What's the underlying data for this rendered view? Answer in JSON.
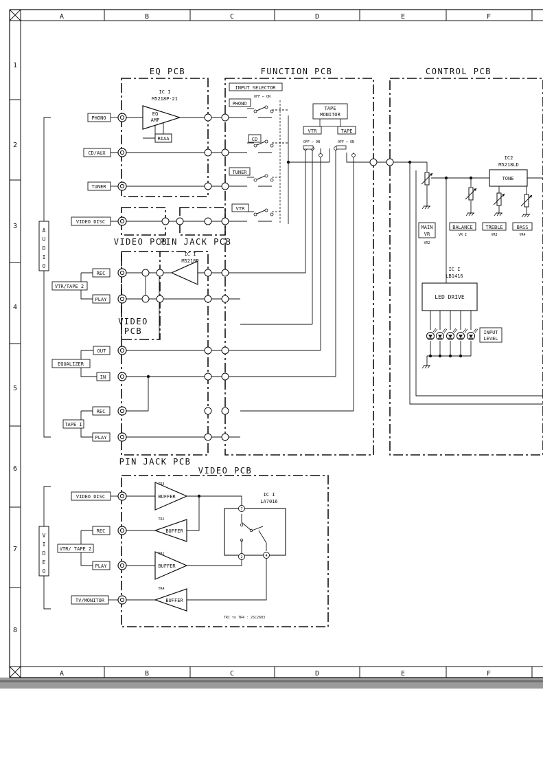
{
  "grid": {
    "columns": [
      "A",
      "B",
      "C",
      "D",
      "E",
      "F"
    ],
    "rows": [
      "1",
      "2",
      "3",
      "4",
      "5",
      "6",
      "7",
      "8"
    ]
  },
  "titles": {
    "eq_pcb": "EQ PCB",
    "function_pcb": "FUNCTION PCB",
    "control_pcb": "CONTROL PCB",
    "video_pcb_small": "VIDEO PCB",
    "pin_jack_pcb_top": "PIN JACK PCB",
    "video_pcb_mid_1": "VIDEO",
    "video_pcb_mid_2": "PCB",
    "pin_jack_pcb_bottom": "PIN JACK PCB",
    "video_pcb_bottom": "VIDEO PCB"
  },
  "groups": {
    "audio": "AUDIO",
    "video": "VIDEO"
  },
  "audio_jacks": {
    "phono": "PHONO",
    "cd_aux": "CD/AUX",
    "tuner": "TUNER",
    "video_disc": "VIDEO DISC",
    "rec": "REC",
    "play": "PLAY",
    "vtr_tape2": "VTR/TAPE 2",
    "out": "OUT",
    "in": "IN",
    "equalizer": "EQUALIZER",
    "tape1_rec": "REC",
    "tape1_play": "PLAY",
    "tape1": "TAPE I"
  },
  "eq": {
    "ic_ref": "IC I",
    "ic_part": "M5218P-21",
    "amp_1": "EQ",
    "amp_2": "AMP",
    "riaa": "RIAA"
  },
  "video_amp": {
    "ic_ref": "IC I",
    "ic_part": "M5218P"
  },
  "function": {
    "input_selector": "INPUT SELECTOR",
    "off_on": "OFF ← ON",
    "phono": "PHONO",
    "cd": "CD",
    "tuner": "TUNER",
    "vtr": "VTR",
    "tape_monitor_1": "TAPE",
    "tape_monitor_2": "MONITOR",
    "tm_vtr": "VTR",
    "tm_tape": "TAPE",
    "off_on_1": "OFF ← ON",
    "off_on_2": "OFF ← ON"
  },
  "control": {
    "ic2_ref": "IC2",
    "ic2_part": "M5218LD",
    "tone": "TONE",
    "main_vr_1": "MAIN",
    "main_vr_2": "VR",
    "main_vr_ref": "VR2",
    "balance": "BALANCE",
    "balance_ref": "VR I",
    "treble": "TREBLE",
    "treble_ref": "VR3",
    "bass": "BASS",
    "bass_ref": "VR4",
    "ic1_ref": "IC I",
    "ic1_part": "LB1416",
    "led_drive": "LED DRIVE",
    "input_level_1": "INPUT",
    "input_level_2": "LEVEL"
  },
  "video": {
    "video_disc": "VIDEO DISC",
    "rec": "REC",
    "play": "PLAY",
    "vtr_tape2": "VTR/ TAPE 2",
    "tv_monitor": "TV/MONITOR",
    "tr3": "TR3",
    "tr2": "TR2",
    "tr1": "TR1",
    "tr4": "TR4",
    "buffer": "BUFFER",
    "ic_ref": "IC I",
    "ic_part": "LA7016",
    "pin7": "7",
    "pin2": "2",
    "pin4": "4",
    "note": "TRI to TR4 : 2SC2603"
  }
}
